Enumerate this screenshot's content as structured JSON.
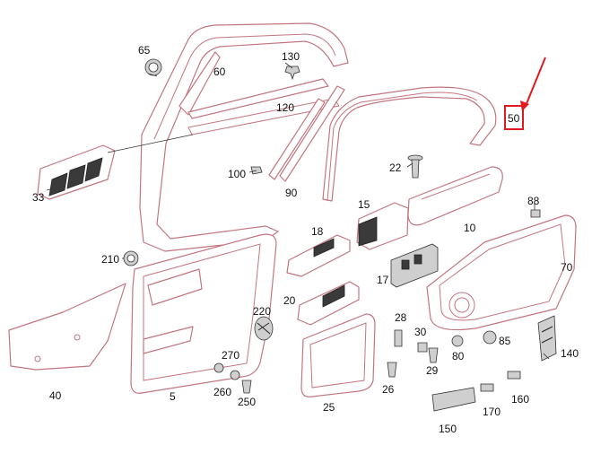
{
  "labels": {
    "l65": "65",
    "l60": "60",
    "l130": "130",
    "l120": "120",
    "l50": "50",
    "l33": "33",
    "l100": "100",
    "l90": "90",
    "l22": "22",
    "l15": "15",
    "l88": "88",
    "l18": "18",
    "l10": "10",
    "l210": "210",
    "l70": "70",
    "l17": "17",
    "l220": "220",
    "l20": "20",
    "l28": "28",
    "l30": "30",
    "l85": "85",
    "l270": "270",
    "l80": "80",
    "l140": "140",
    "l29": "29",
    "l260": "260",
    "l26": "26",
    "l40": "40",
    "l5": "5",
    "l250": "250",
    "l160": "160",
    "l25": "25",
    "l170": "170",
    "l150": "150"
  },
  "colors": {
    "line": "#c4757f",
    "highlight": "#e0191e",
    "text": "#111111"
  }
}
